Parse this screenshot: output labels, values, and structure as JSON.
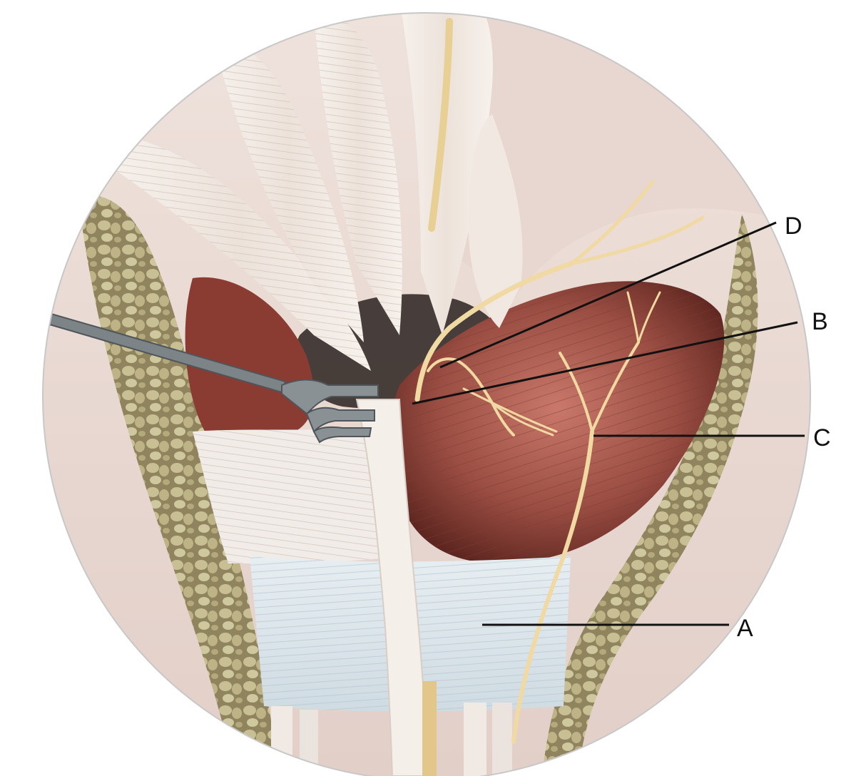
{
  "labels": {
    "a": "A",
    "b": "B",
    "c": "C",
    "d": "D"
  },
  "colors": {
    "background": "#ffffff",
    "circle_outline": "#c8c8c8",
    "skin": "#eadbd4",
    "tendon": "#f3ece6",
    "muscle": "#a8584c",
    "muscle_dark": "#6e2f28",
    "fat": "#a59a72",
    "fascia": "#dde6ec",
    "nerve": "#f0d9a2",
    "retractor": "#7d8488",
    "leader_line": "#111111"
  }
}
